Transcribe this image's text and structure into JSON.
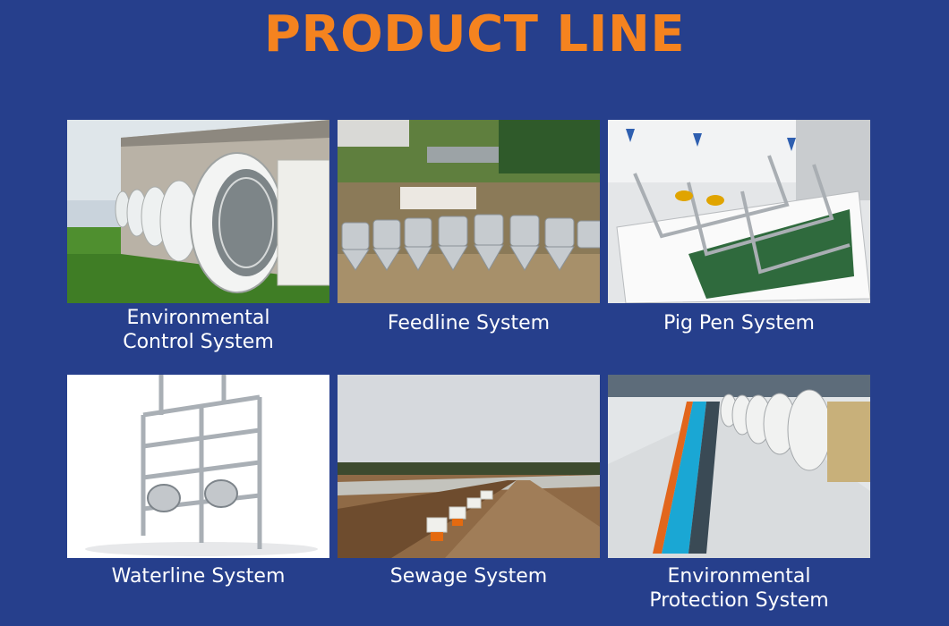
{
  "title": "PRODUCT LINE",
  "products": [
    {
      "label_lines": [
        "Environmental",
        "Control System"
      ],
      "image": "exhaust-fans-photo"
    },
    {
      "label_lines": [
        "Feedline System"
      ],
      "image": "feed-silos-photo"
    },
    {
      "label_lines": [
        "Pig Pen System"
      ],
      "image": "farrowing-crates-photo"
    },
    {
      "label_lines": [
        "Waterline System"
      ],
      "image": "cooling-pad-frame-photo"
    },
    {
      "label_lines": [
        "Sewage System"
      ],
      "image": "manure-trench-photo"
    },
    {
      "label_lines": [
        "Environmental",
        "Protection System"
      ],
      "image": "fan-wall-render-photo"
    }
  ]
}
